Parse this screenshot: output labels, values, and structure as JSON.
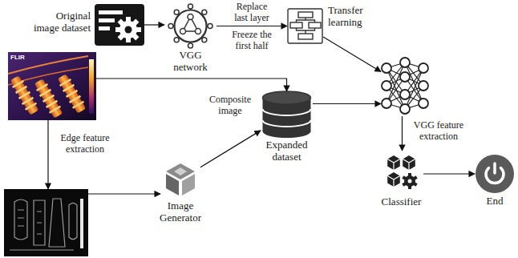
{
  "diagram": {
    "nodes": [
      {
        "text": [
          "Original image dataset"
        ]
      },
      {
        "text": [
          "VGG network"
        ]
      },
      {
        "text": [
          "Transfer learning"
        ]
      },
      {
        "text": [
          "FLIR"
        ]
      },
      {
        "text": []
      },
      {
        "text": [
          "Image Generator"
        ]
      },
      {
        "text": [
          "Expanded dataset"
        ]
      },
      {
        "text": []
      },
      {
        "text": [
          "Classifier"
        ]
      },
      {
        "text": [
          "End"
        ]
      }
    ],
    "edges": [
      {
        "from": 0,
        "to": 1,
        "arrow": "to"
      },
      {
        "from": 1,
        "to": 2,
        "label": "Replace last layer",
        "arrow": "to"
      },
      {
        "from": 2,
        "to": 7,
        "arrow": "to"
      },
      {
        "from": 3,
        "to": 6,
        "arrow": "to"
      },
      {
        "from": 3,
        "to": 4,
        "label": "Edge feature extraction",
        "arrow": "to"
      },
      {
        "from": 4,
        "to": 5,
        "arrow": "to"
      },
      {
        "from": 5,
        "to": 6,
        "label": "Composite image",
        "arrow": "to"
      },
      {
        "from": 6,
        "to": 7,
        "arrow": "to"
      },
      {
        "from": 7,
        "to": 8,
        "label": "VGG feature extraction",
        "arrow": "to"
      },
      {
        "from": 8,
        "to": 9,
        "arrow": "to"
      }
    ],
    "labels": [
      "Freeze the first half"
    ]
  }
}
